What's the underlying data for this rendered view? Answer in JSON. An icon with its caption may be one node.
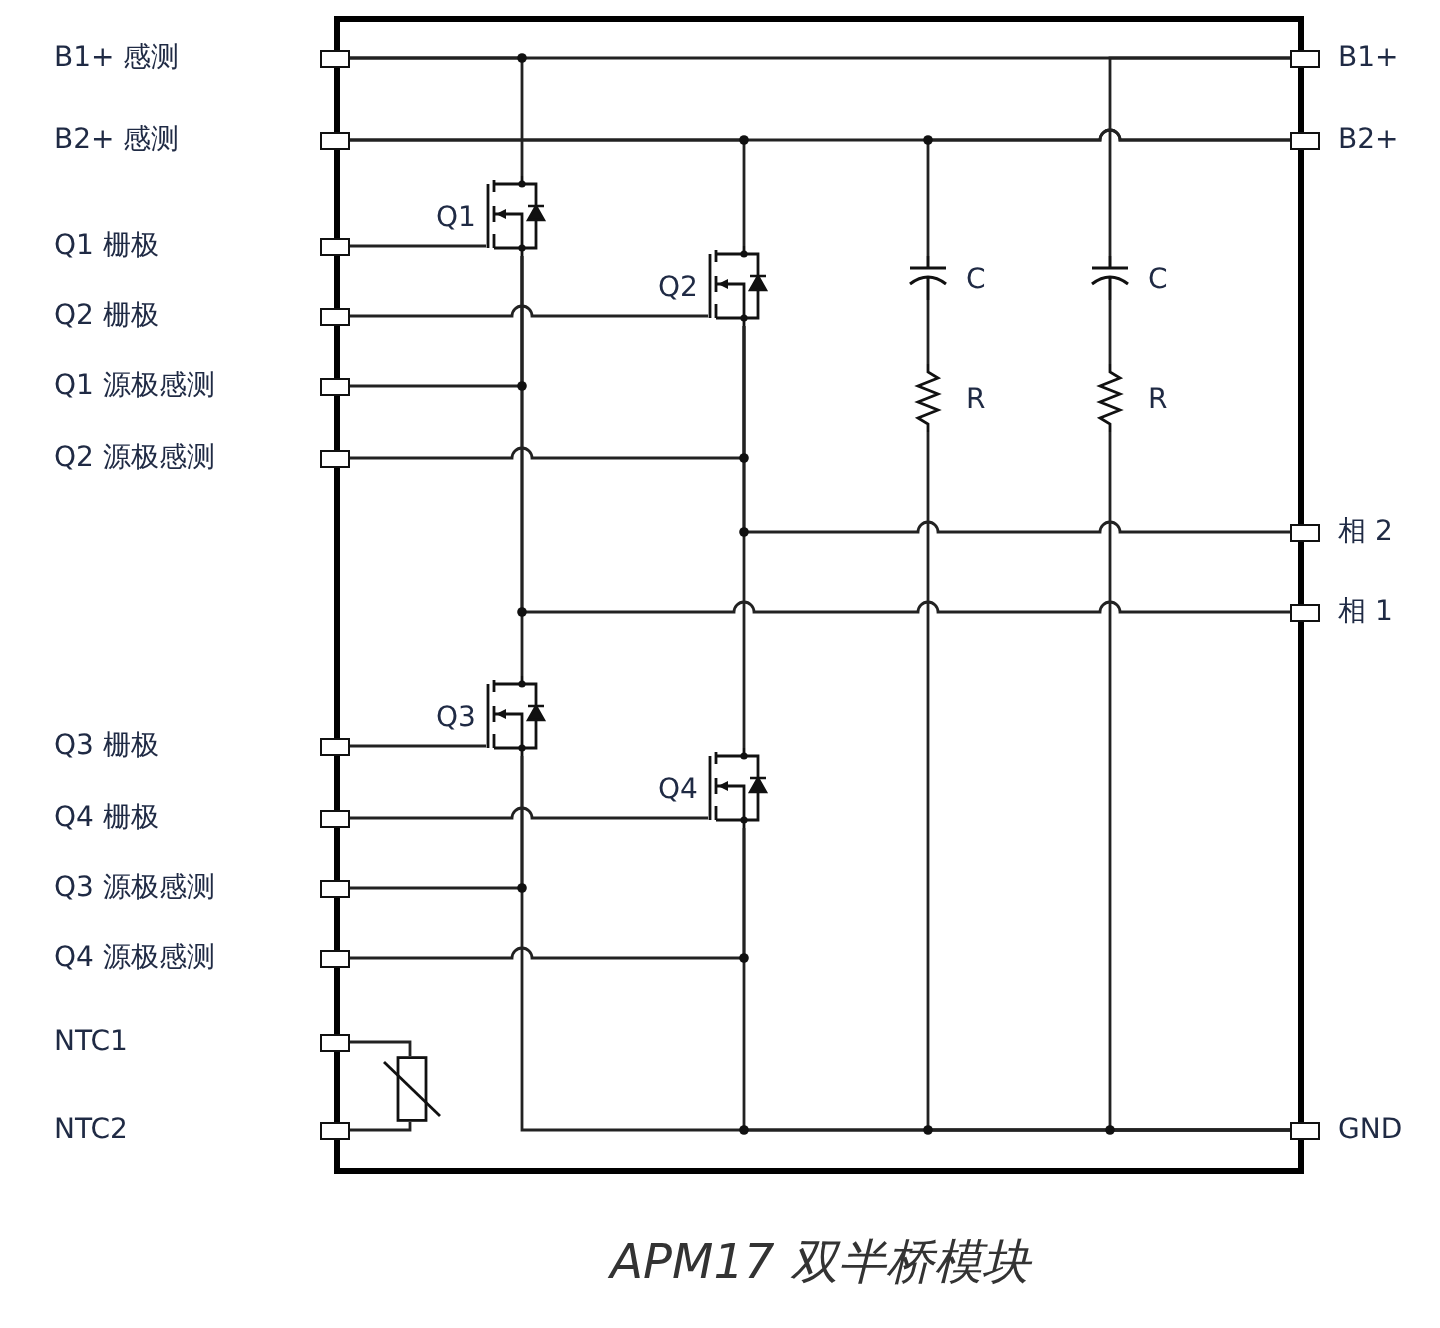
{
  "diagram": {
    "caption": "APM17 双半桥模块",
    "nodes": [
      {
        "text": [],
        "shape": "box"
      },
      {
        "text": [],
        "shape": "box"
      },
      {
        "text": [],
        "shape": "box"
      },
      {
        "text": [],
        "shape": "box"
      },
      {
        "text": [],
        "shape": "box"
      },
      {
        "text": [],
        "shape": "box"
      },
      {
        "text": [],
        "shape": "box"
      },
      {
        "text": [],
        "shape": "box"
      },
      {
        "text": [],
        "shape": "box"
      },
      {
        "text": [],
        "shape": "box"
      },
      {
        "text": [],
        "shape": "box"
      },
      {
        "text": [],
        "shape": "box"
      },
      {
        "text": [],
        "shape": "box"
      },
      {
        "text": [],
        "shape": "box",
        "beside": [
          "B1+"
        ]
      },
      {
        "text": [],
        "shape": "box",
        "beside": [
          "B2+"
        ]
      },
      {
        "text": [],
        "shape": "box",
        "beside": [
          "相 2"
        ]
      },
      {
        "text": [],
        "shape": "box",
        "beside": [
          "相 1"
        ]
      },
      {
        "text": [],
        "shape": "box",
        "beside": [
          "GND"
        ]
      },
      {
        "text": [],
        "shape": "transistor",
        "beside": [
          "Q1"
        ],
        "in": 0
      },
      {
        "text": [],
        "shape": "transistor",
        "beside": [
          "Q2"
        ],
        "in": 0
      },
      {
        "text": [],
        "shape": "transistor",
        "beside": [
          "Q3"
        ],
        "in": 0
      },
      {
        "text": [],
        "shape": "transistor",
        "beside": [
          "Q4"
        ],
        "in": 0
      },
      {
        "text": [],
        "shape": "capacitor",
        "beside": [
          "C"
        ],
        "in": 0
      },
      {
        "text": [],
        "shape": "capacitor",
        "beside": [
          "C"
        ],
        "in": 0
      },
      {
        "text": [],
        "shape": "resistor",
        "beside": [
          "R"
        ],
        "in": 0
      },
      {
        "text": [],
        "shape": "resistor",
        "beside": [
          "R"
        ],
        "in": 0
      },
      {
        "text": [],
        "shape": "thermistor",
        "in": 0
      }
    ],
    "edges": [
      {
        "from": 1,
        "to": 13,
        "arrow": "none"
      },
      {
        "from": 1,
        "to": 18,
        "arrow": "none"
      },
      {
        "from": 13,
        "to": 23,
        "arrow": "none"
      },
      {
        "from": 2,
        "to": 14,
        "arrow": "none"
      },
      {
        "from": 2,
        "to": 19,
        "arrow": "none"
      },
      {
        "from": 14,
        "to": 22,
        "arrow": "none"
      },
      {
        "from": 3,
        "to": 18,
        "arrow": "none"
      },
      {
        "from": 4,
        "to": 19,
        "arrow": "none"
      },
      {
        "from": 5,
        "to": 18,
        "arrow": "none"
      },
      {
        "from": 6,
        "to": 19,
        "arrow": "none"
      },
      {
        "from": 18,
        "to": 16,
        "arrow": "none"
      },
      {
        "from": 18,
        "to": 20,
        "arrow": "none"
      },
      {
        "from": 19,
        "to": 15,
        "arrow": "none"
      },
      {
        "from": 19,
        "to": 21,
        "arrow": "none"
      },
      {
        "from": 7,
        "to": 20,
        "arrow": "none"
      },
      {
        "from": 8,
        "to": 21,
        "arrow": "none"
      },
      {
        "from": 9,
        "to": 20,
        "arrow": "none"
      },
      {
        "from": 10,
        "to": 21,
        "arrow": "none"
      },
      {
        "from": 20,
        "to": 17,
        "arrow": "none"
      },
      {
        "from": 21,
        "to": 17,
        "arrow": "none"
      },
      {
        "from": 22,
        "to": 24,
        "arrow": "none"
      },
      {
        "from": 23,
        "to": 25,
        "arrow": "none"
      },
      {
        "from": 24,
        "to": 17,
        "arrow": "none"
      },
      {
        "from": 25,
        "to": 17,
        "arrow": "none"
      },
      {
        "from": 11,
        "to": 26,
        "arrow": "none"
      },
      {
        "from": 12,
        "to": 26,
        "arrow": "none"
      }
    ],
    "labels": [
      "B1+ 感测",
      "B2+ 感测",
      "Q1 栅极",
      "Q2 栅极",
      "Q1 源极感测",
      "Q2 源极感测",
      "Q3 栅极",
      "Q4 栅极",
      "Q3 源极感测",
      "Q4 源极感测",
      "NTC1",
      "NTC2"
    ]
  }
}
